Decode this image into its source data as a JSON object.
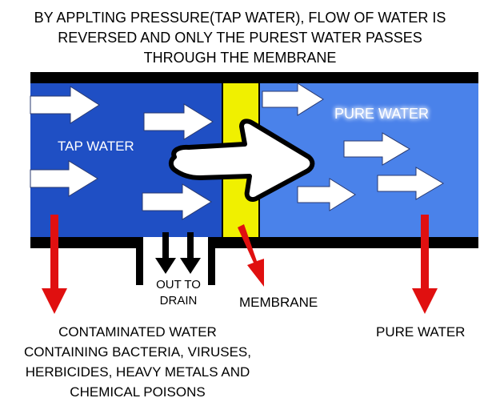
{
  "heading": {
    "lines": [
      "BY APPLTING PRESSURE(TAP WATER), FLOW OF WATER IS",
      "REVERSED AND ONLY THE PUREST WATER PASSES",
      "THROUGH THE MEMBRANE"
    ]
  },
  "labels": {
    "tap_water": "TAP WATER",
    "pure_water_inside": "PURE WATER",
    "out_to_drain_line1": "OUT TO",
    "out_to_drain_line2": "DRAIN",
    "membrane": "MEMBRANE",
    "pure_water_outside": "PURE WATER",
    "contaminated": [
      "CONTAMINATED WATER",
      "CONTAINING BACTERIA, VIRUSES,",
      "HERBICIDES,  HEAVY METALS AND",
      "CHEMICAL POISONS"
    ]
  },
  "icons": {
    "flow_arrows": "right-arrow-icon",
    "drain_arrows": "down-arrow-icon",
    "pointer_arrows": "red-down-arrow-icon",
    "big_arrow": "big-pressure-arrow-icon"
  },
  "colors": {
    "tap_water_chamber": "#1f4fc4",
    "pure_water_chamber": "#4a82ea",
    "membrane": "#f0f000",
    "pipe_wall": "#000000",
    "pointer_arrow": "#e01010",
    "flow_arrow": "#ffffff",
    "glow": "#a8d8ff"
  }
}
